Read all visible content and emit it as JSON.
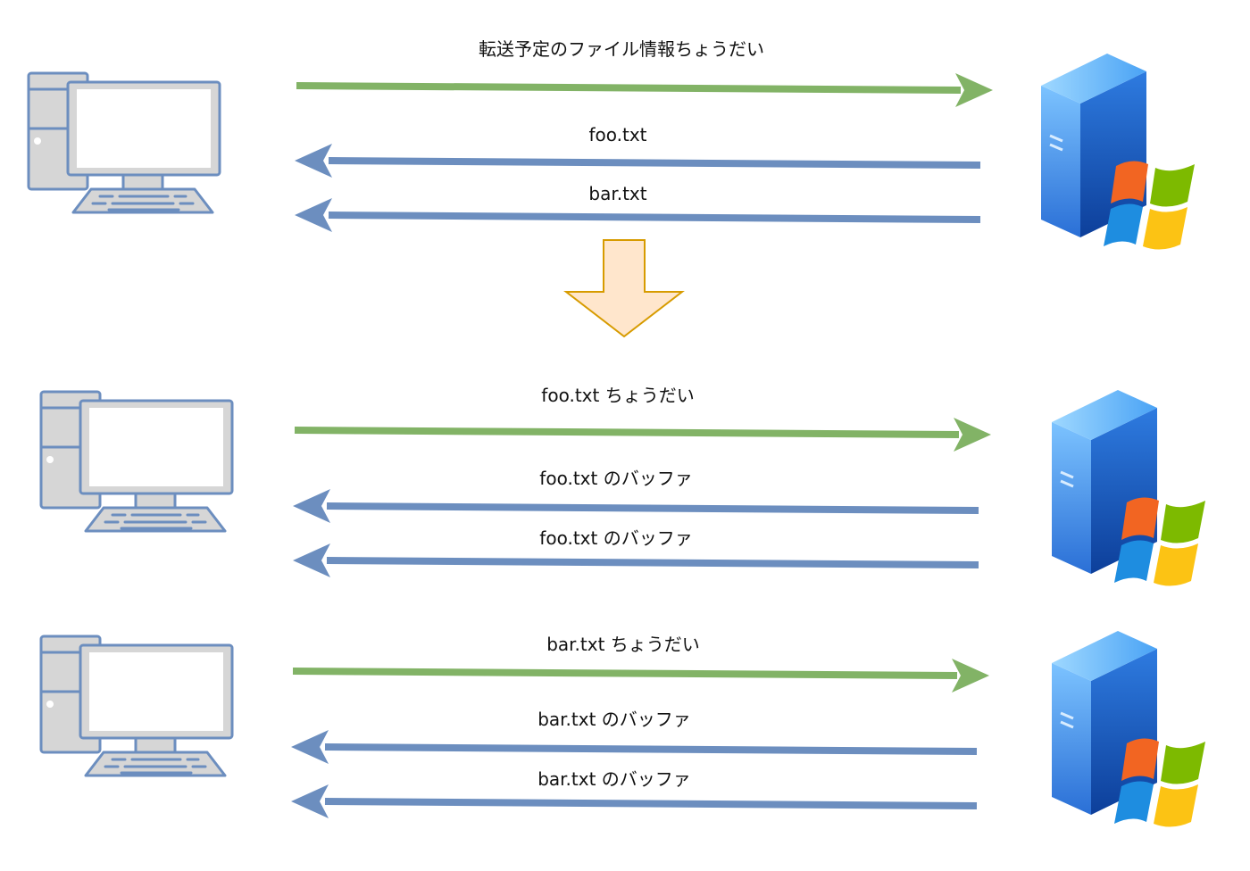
{
  "stage1": {
    "request_label": "転送予定のファイル情報ちょうだい",
    "responses": [
      "foo.txt",
      "bar.txt"
    ]
  },
  "stage2": {
    "request_label": "foo.txt ちょうだい",
    "responses": [
      "foo.txt のバッファ",
      "foo.txt のバッファ"
    ]
  },
  "stage3": {
    "request_label": "bar.txt ちょうだい",
    "responses": [
      "bar.txt のバッファ",
      "bar.txt のバッファ"
    ]
  },
  "colors": {
    "request_arrow": "#82b366",
    "response_arrow": "#6c8ebf",
    "transition_fill": "#ffe6cc",
    "transition_stroke": "#d79b00",
    "computer_fill": "#d6d6d6",
    "computer_stroke": "#6c8ebf",
    "server_blue": "#3d8ef0"
  },
  "icons": {
    "client": "desktop-computer-icon",
    "server": "windows-server-icon",
    "transition": "down-arrow-icon"
  }
}
